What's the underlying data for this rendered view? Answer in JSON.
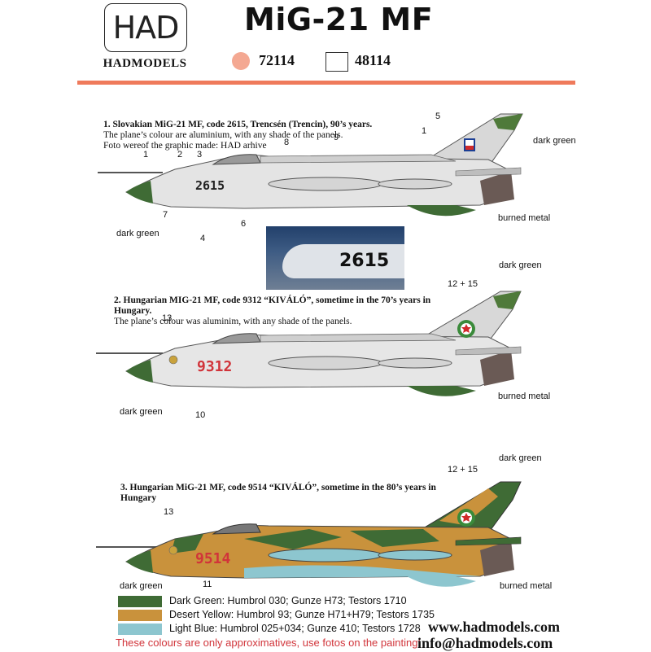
{
  "header": {
    "logo_mark": "HAD",
    "logo_text": "HADMODELS",
    "title": "MiG-21 MF",
    "code_1": "72114",
    "code_2": "48114",
    "code_1_color": "#f4a892",
    "rule_color": "#ef7a5b"
  },
  "plane1": {
    "caption_bold": "1. Slovakian MiG-21 MF, code 2615, Trencsén (Trencin), 90’s years.",
    "caption_line2": "The plane’s colour are aluminium, with any shade of the panels.",
    "caption_line3": "Foto wereof the graphic made: HAD arhive",
    "code": "2615",
    "label_nose": "dark green",
    "label_tail": "dark green",
    "label_exhaust": "burned metal",
    "callouts": [
      "1",
      "2",
      "3",
      "4",
      "5",
      "6",
      "7",
      "8",
      "9",
      "1"
    ],
    "photo_code": "2615"
  },
  "plane2": {
    "caption_bold": "2. Hungarian MIG-21 MF, code 9312 “KIVÁLÓ”, sometime in the 70’s years in Hungary.",
    "caption_line2": "The plane’s colour  was aluminim, with any shade of the panels.",
    "code": "9312",
    "label_nose": "dark green",
    "label_tail": "dark green",
    "label_exhaust": "burned metal",
    "callouts": [
      "13",
      "10",
      "12 + 15"
    ]
  },
  "plane3": {
    "caption_bold": "3. Hungarian MiG-21 MF, code 9514 “KIVÁLÓ”, sometime in the 80’s years in Hungary",
    "code": "9514",
    "label_nose": "dark green",
    "label_tail": "dark green",
    "label_exhaust": "burned metal",
    "callouts": [
      "13",
      "11",
      "12 + 15"
    ]
  },
  "legend": [
    {
      "text": "Dark Green: Humbrol 030; Gunze H73; Testors 1710",
      "color": "#3f6b35"
    },
    {
      "text": "Desert Yellow: Humbrol 93; Gunze H71+H79; Testors 1735",
      "color": "#c9923c"
    },
    {
      "text": "Light Blue: Humbrol 025+034; Gunze 410; Testors 1728",
      "color": "#8dc6cf"
    }
  ],
  "warning": "These colours are only approximatives, use fotos on the painting!",
  "website": "www.hadmodels.com",
  "email": "info@hadmodels.com"
}
